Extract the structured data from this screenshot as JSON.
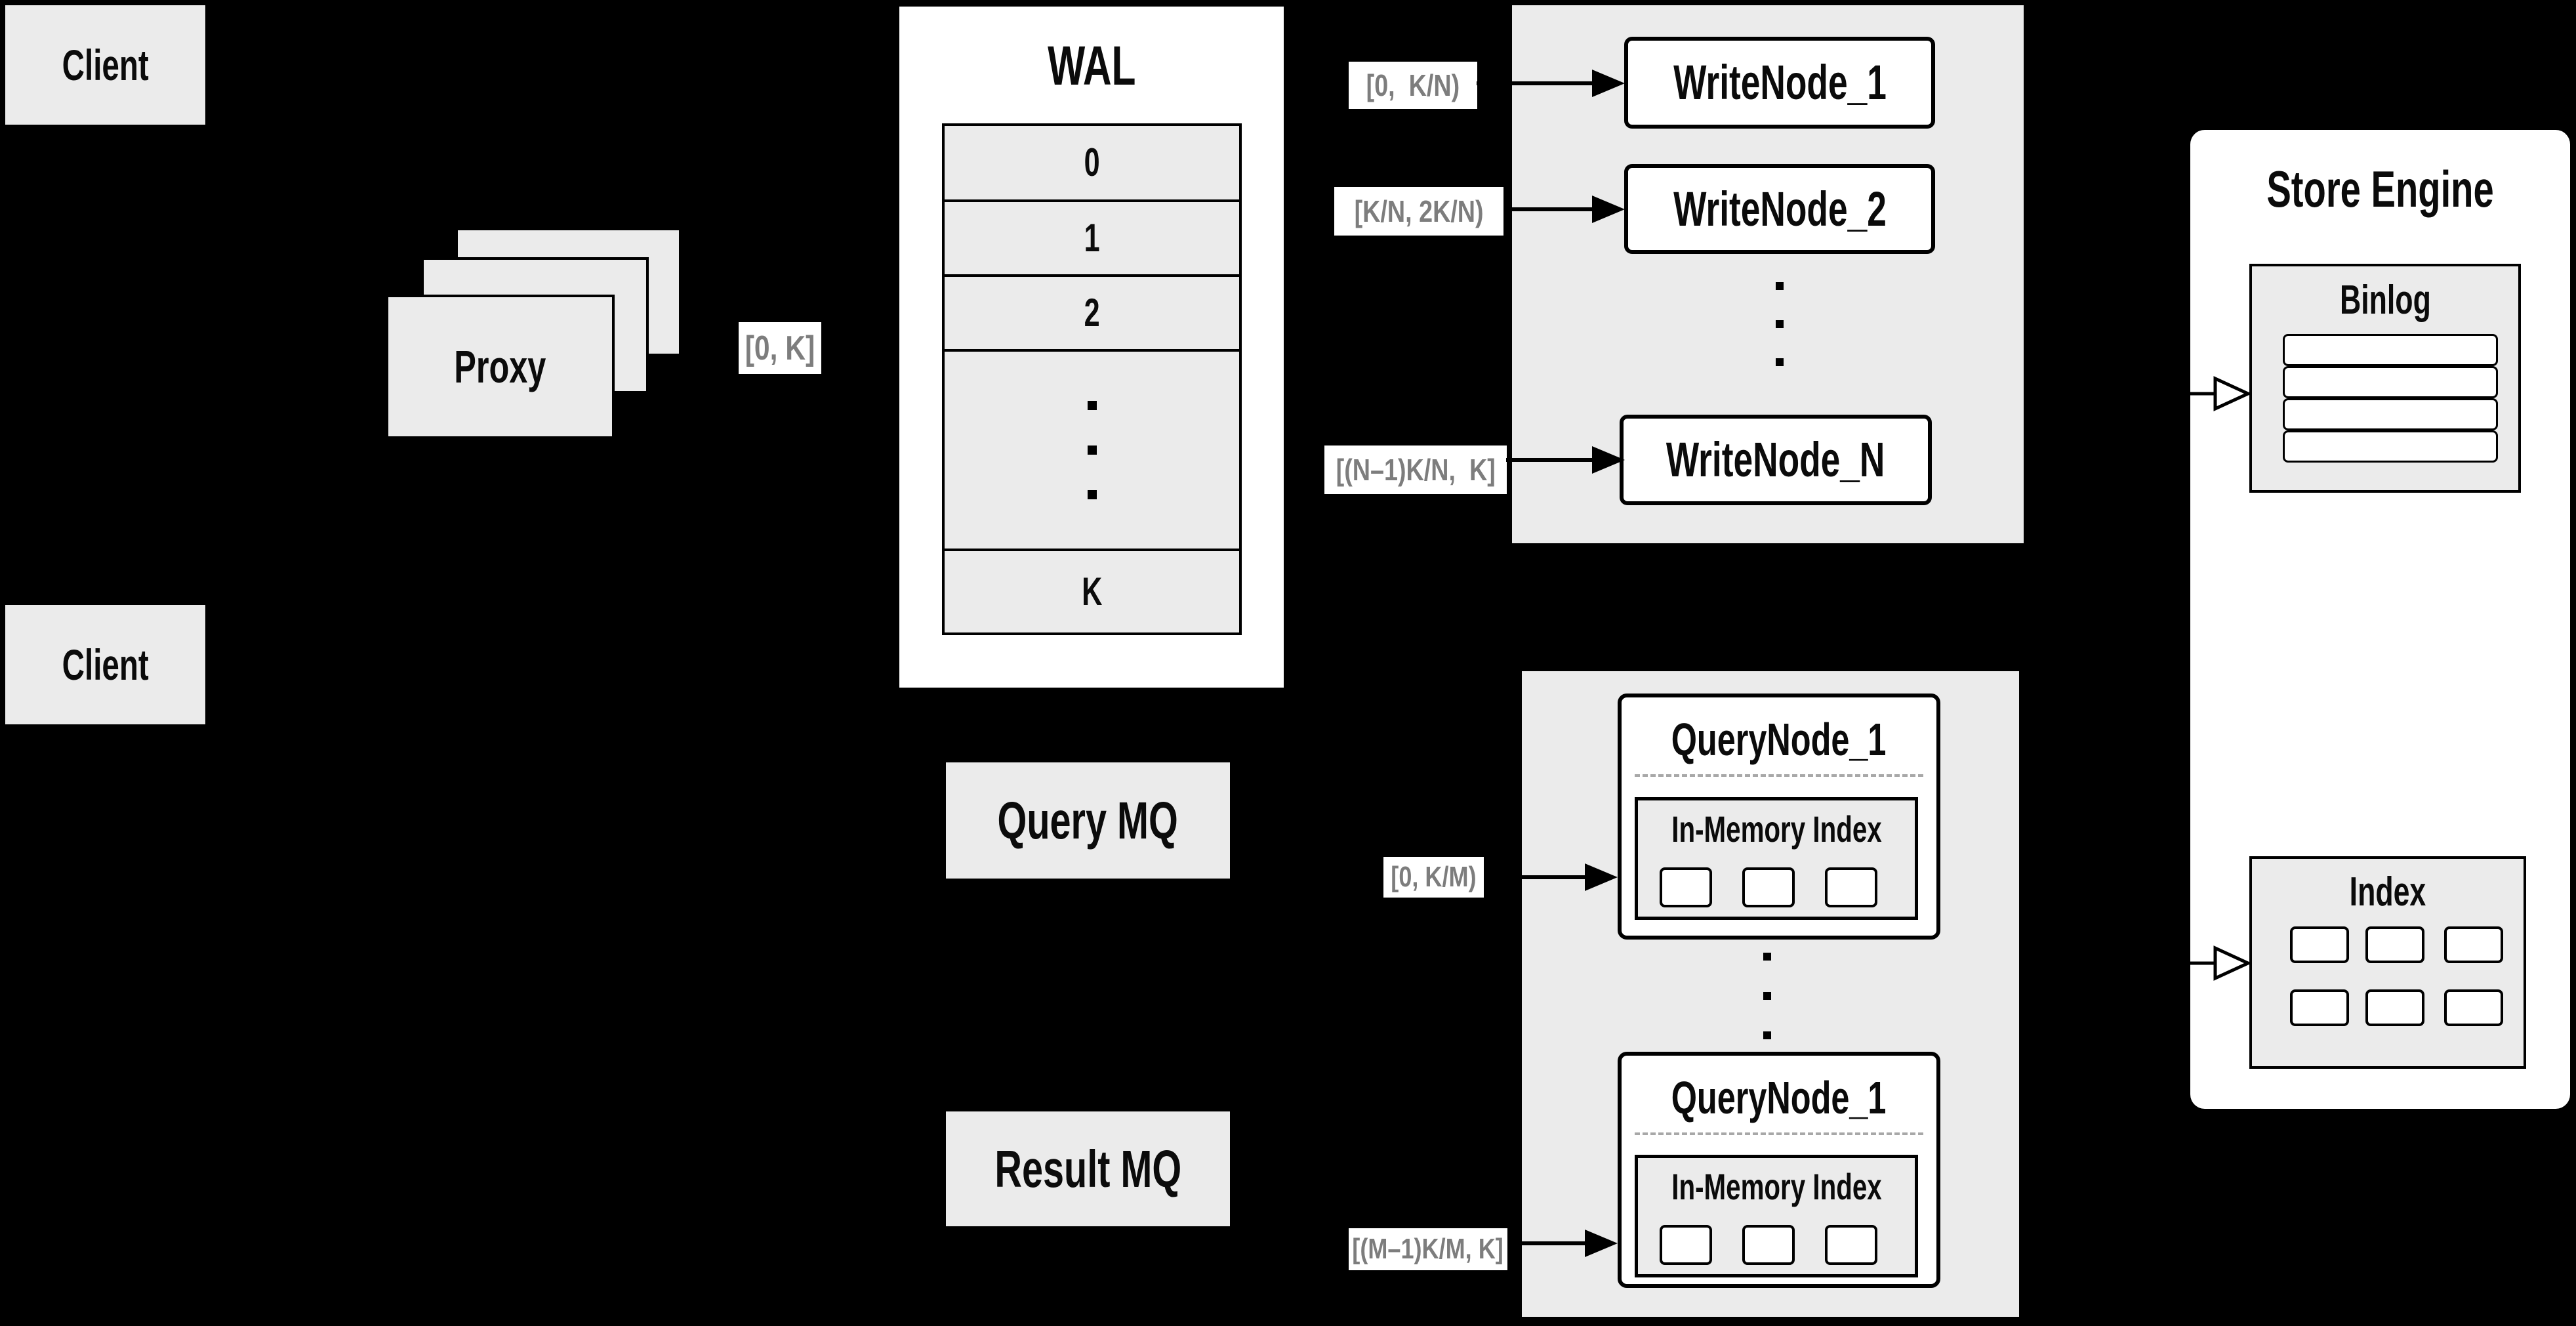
{
  "colors": {
    "background": "#000000",
    "panel_gray": "#ebebeb",
    "box_white": "#ffffff",
    "line_black": "#000000",
    "chip_text_gray": "#7d7d7d",
    "dashed_gray": "#a8a8a8"
  },
  "client_top": {
    "label": "Client"
  },
  "client_bottom": {
    "label": "Client"
  },
  "proxy": {
    "label": "Proxy",
    "range": "[0, K]"
  },
  "wal": {
    "title": "WAL",
    "rows": [
      "0",
      "1",
      "2",
      "K"
    ]
  },
  "write": {
    "ranges": [
      "[0,  K/N)",
      "[K/N, 2K/N)",
      "[(N–1)K/N,  K]"
    ],
    "nodes": [
      "WriteNode_1",
      "WriteNode_2",
      "WriteNode_N"
    ]
  },
  "mq": {
    "query": "Query MQ",
    "result": "Result MQ"
  },
  "query": {
    "ranges": [
      "[0, K/M)",
      "[(M–1)K/M, K]"
    ],
    "nodes": [
      {
        "title": "QueryNode_1",
        "index_label": "In-Memory Index"
      },
      {
        "title": "QueryNode_1",
        "index_label": "In-Memory Index"
      }
    ]
  },
  "store": {
    "title": "Store Engine",
    "binlog_title": "Binlog",
    "index_title": "Index"
  }
}
